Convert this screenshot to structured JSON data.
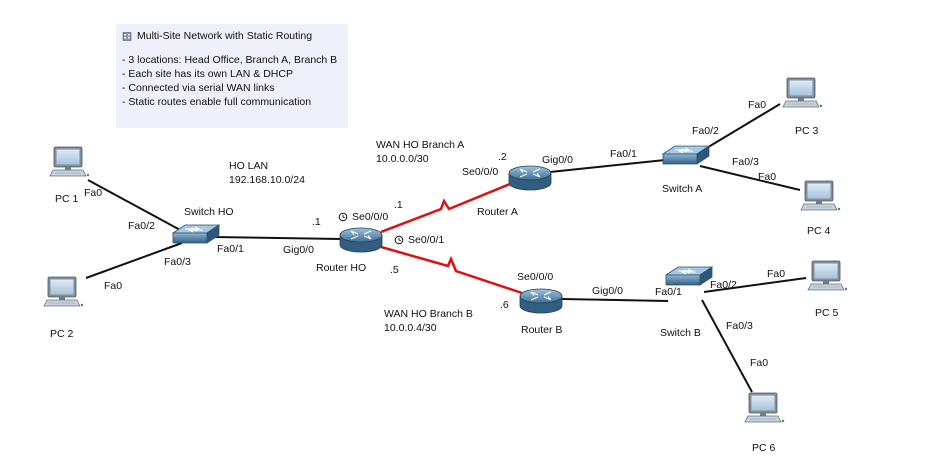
{
  "note": {
    "icon": "building-icon",
    "title": "Multi-Site Network with Static Routing",
    "bullets": [
      "- 3 locations: Head Office, Branch A, Branch B",
      "- Each site has its own LAN & DHCP",
      "- Connected via serial WAN links",
      "- Static routes enable full communication"
    ]
  },
  "colors": {
    "ethernet": "#111111",
    "serial": "#e01010",
    "device": "#4a7da3"
  },
  "devices": {
    "pc1": "PC 1",
    "pc2": "PC 2",
    "pc3": "PC 3",
    "pc4": "PC 4",
    "pc5": "PC 5",
    "pc6": "PC 6",
    "switch_ho": "Switch HO",
    "switch_a": "Switch A",
    "switch_b": "Switch B",
    "router_ho": "Router HO",
    "router_a": "Router A",
    "router_b": "Router B"
  },
  "networks": {
    "ho_lan_name": "HO LAN",
    "ho_lan_addr": "192.168.10.0/24",
    "wan_a_name": "WAN HO Branch A",
    "wan_a_addr": "10.0.0.0/30",
    "wan_b_name": "WAN HO Branch B",
    "wan_b_addr": "10.0.0.4/30"
  },
  "ports": {
    "pc1_fa0": "Fa0",
    "pc2_fa0": "Fa0",
    "sho_fa02": "Fa0/2",
    "sho_fa03": "Fa0/3",
    "sho_fa01": "Fa0/1",
    "rho_gig": "Gig0/0",
    "rho_s000": "Se0/0/0",
    "rho_s001": "Se0/0/1",
    "ra_s000": "Se0/0/0",
    "ra_gig": "Gig0/0",
    "sa_fa01": "Fa0/1",
    "sa_fa02": "Fa0/2",
    "sa_fa03": "Fa0/3",
    "pc3_fa0": "Fa0",
    "pc4_fa0": "Fa0",
    "rb_s000": "Se0/0/0",
    "rb_gig": "Gig0/0",
    "sb_fa01": "Fa0/1",
    "sb_fa02": "Fa0/2",
    "sb_fa03": "Fa0/3",
    "pc5_fa0": "Fa0",
    "pc6_fa0": "Fa0"
  },
  "addresses": {
    "rho_dot1": ".1",
    "rho_dot1_wan": ".1",
    "ra_dot2": ".2",
    "rho_dot5": ".5",
    "rb_dot6": ".6"
  }
}
